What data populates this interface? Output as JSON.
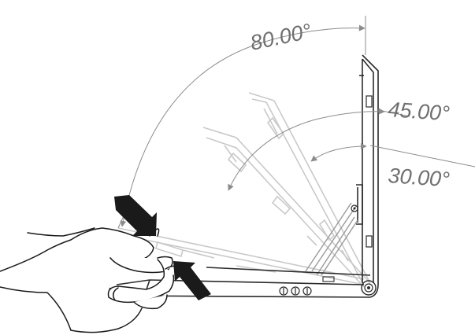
{
  "angles": {
    "a80": "80.00°",
    "a45": "45.00°",
    "a30": "30.00°"
  },
  "colors": {
    "label": "#6f6f6f",
    "arc": "#8c8c8c",
    "ghost": "#c9c9c9",
    "device": "#2b2b2b",
    "arrow": "#1a1a1a"
  }
}
